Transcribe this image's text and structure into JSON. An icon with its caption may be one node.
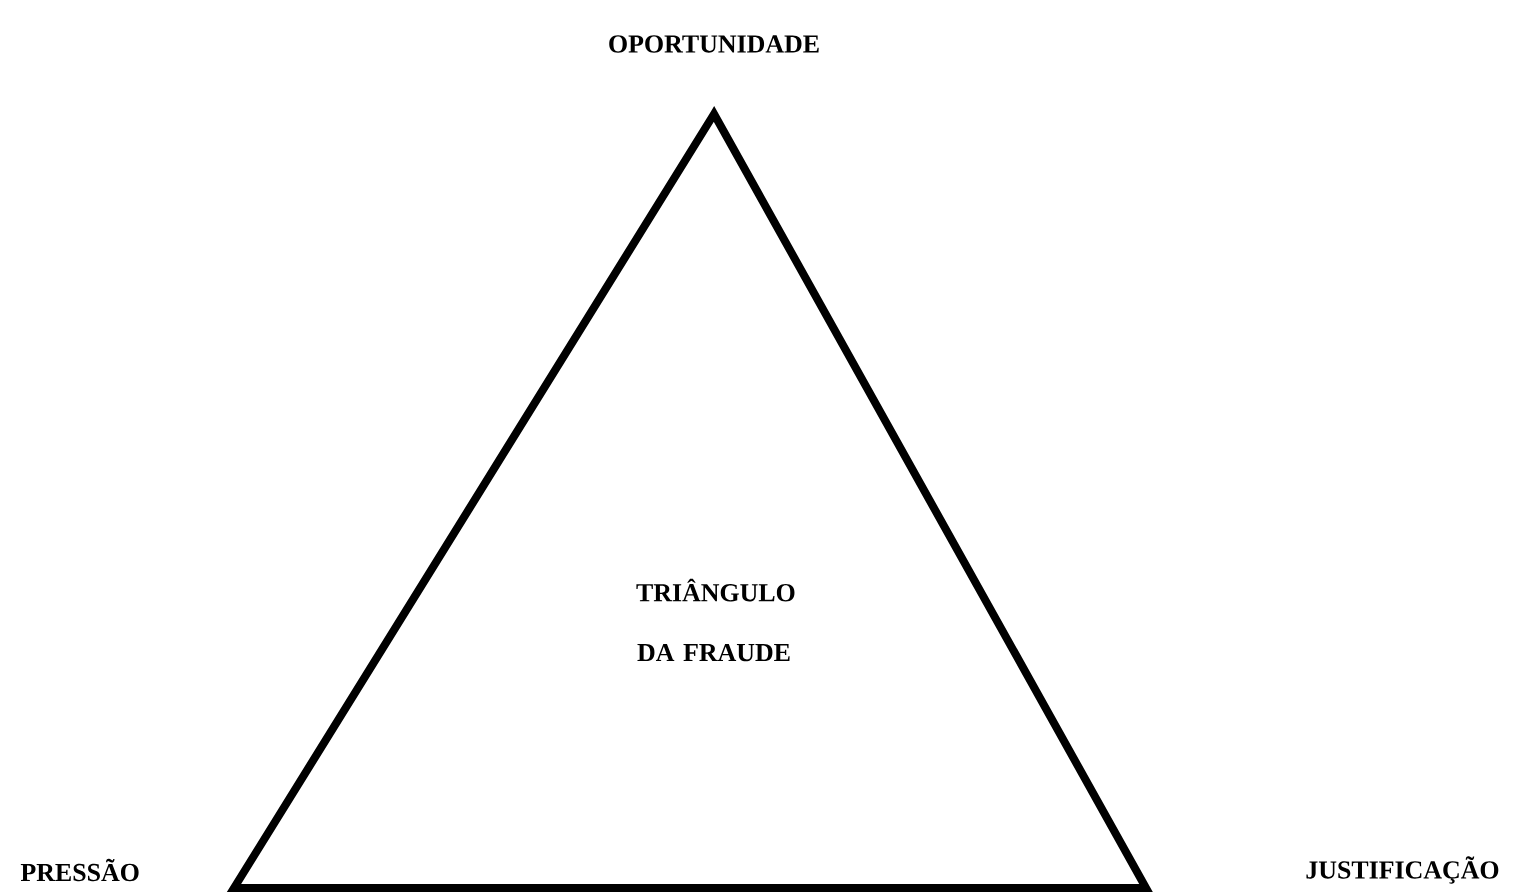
{
  "diagram": {
    "nodes": [
      {
        "text": [
          "TRIÂNGULO DA FRAUDE"
        ]
      }
    ],
    "edges": [],
    "labels": [
      "OPORTUNIDADE",
      "PRESSÃO",
      "JUSTIFICAÇÃO"
    ]
  }
}
